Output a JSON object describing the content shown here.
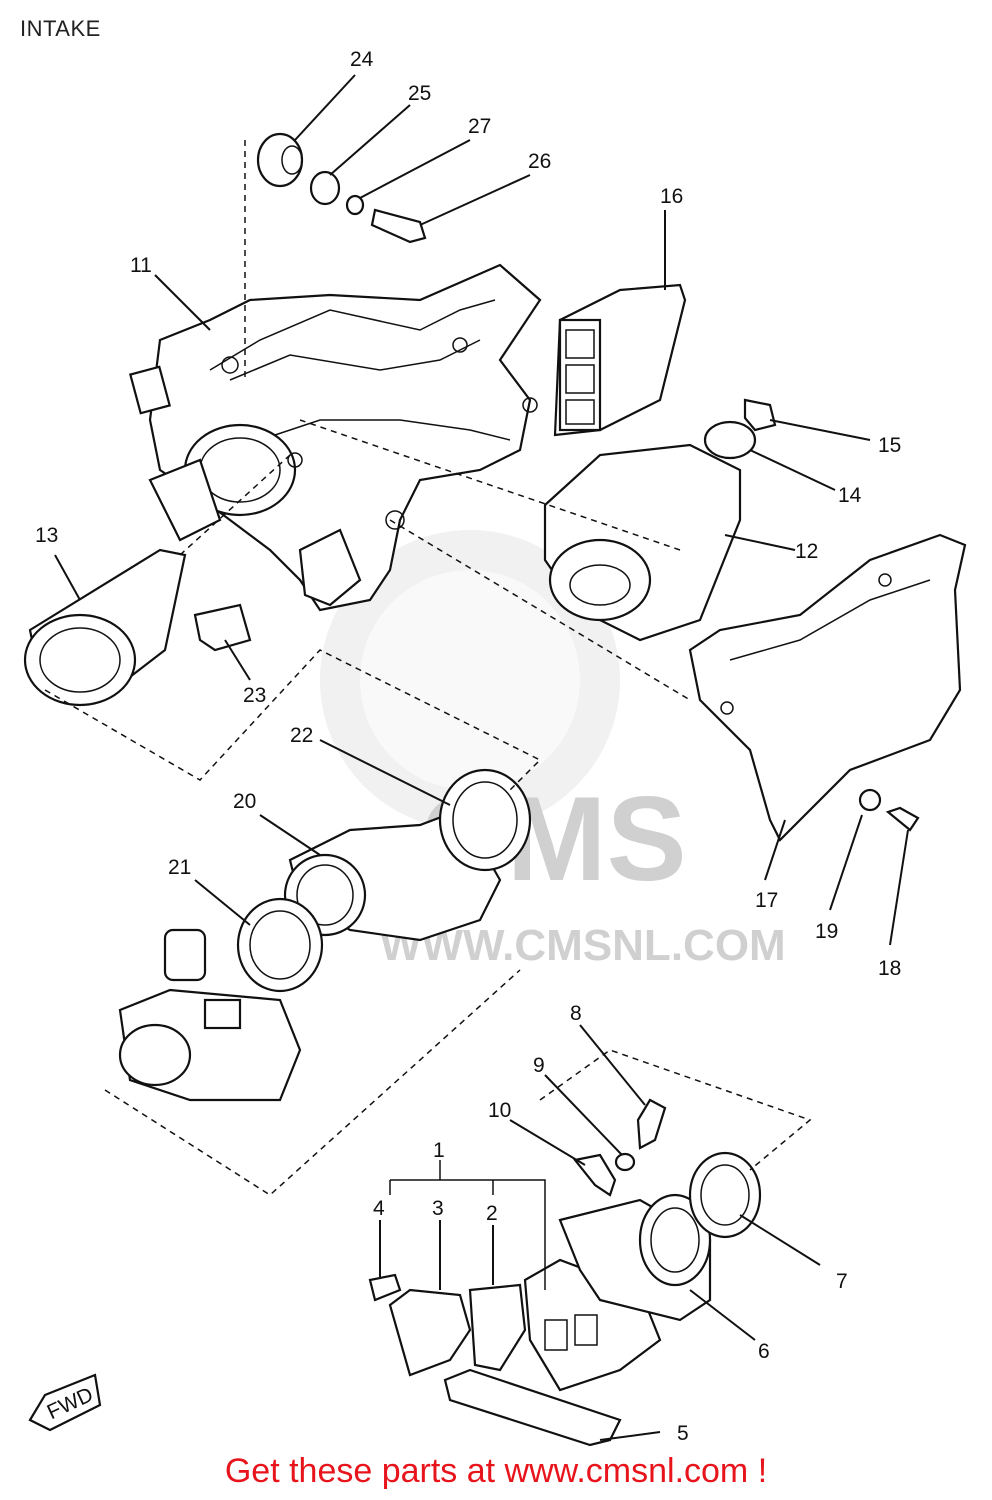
{
  "page": {
    "title": "INTAKE"
  },
  "watermark": {
    "text_main": "CMS",
    "text_url": "WWW.CMSNL.COM"
  },
  "fwd_label": "FWD",
  "callouts": [
    "1",
    "2",
    "3",
    "4",
    "5",
    "6",
    "7",
    "8",
    "9",
    "10",
    "11",
    "12",
    "13",
    "14",
    "15",
    "16",
    "17",
    "18",
    "19",
    "20",
    "21",
    "22",
    "23",
    "24",
    "25",
    "26",
    "27"
  ],
  "footer": {
    "link_text": "Get these parts at www.cmsnl.com !",
    "color": "#e8141c"
  }
}
